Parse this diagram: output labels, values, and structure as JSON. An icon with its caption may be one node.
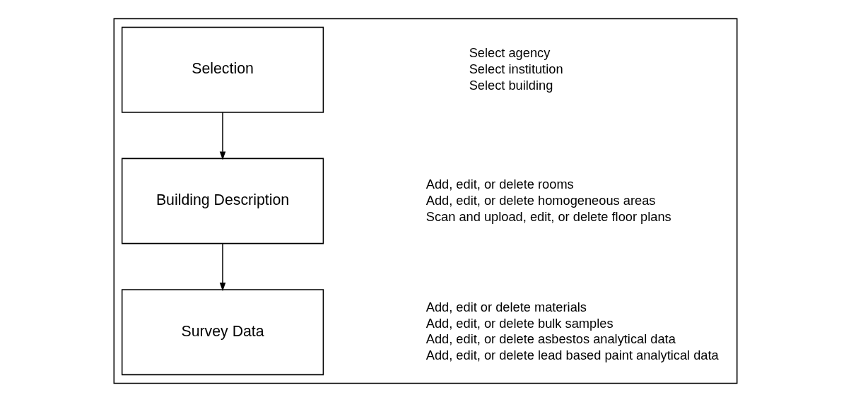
{
  "diagram": {
    "nodes": [
      {
        "text": [],
        "shape": "box"
      },
      {
        "text": [
          "Selection"
        ],
        "in": 0,
        "beside": [
          "Select agency",
          "Select institution",
          "Select building"
        ]
      },
      {
        "text": [
          "Building Description"
        ],
        "in": 0,
        "beside": [
          "Add, edit, or delete rooms",
          "Add, edit, or delete homogeneous areas",
          "Scan and upload, edit, or delete floor plans"
        ]
      },
      {
        "text": [
          "Survey Data"
        ],
        "in": 0,
        "beside": [
          "Add, edit or delete materials",
          "Add, edit, or delete bulk samples",
          "Add, edit, or delete asbestos analytical data",
          "Add, edit, or delete lead based paint analytical data"
        ]
      }
    ],
    "edges": [
      {
        "from": 1,
        "to": 2,
        "arrow": "to"
      },
      {
        "from": 2,
        "to": 3,
        "arrow": "to"
      }
    ]
  }
}
